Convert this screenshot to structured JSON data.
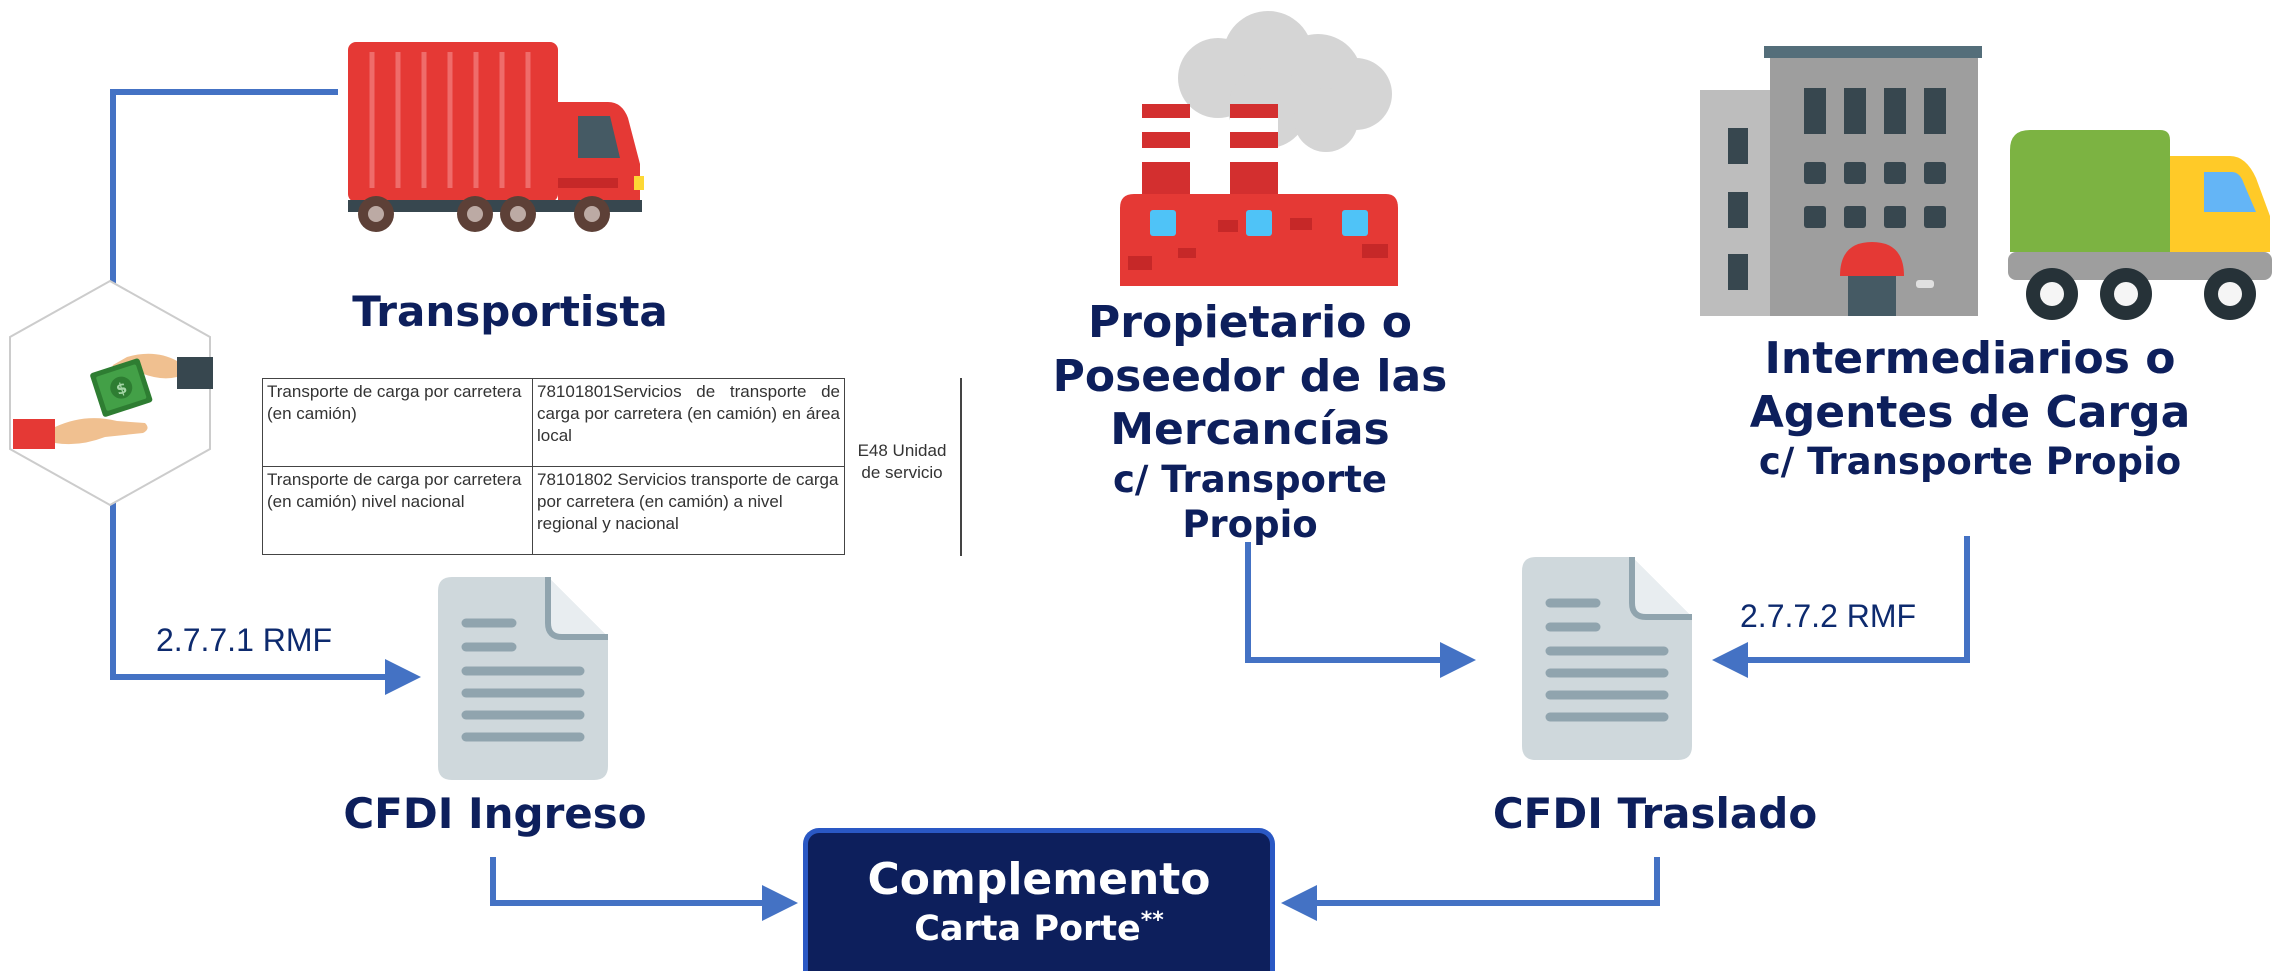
{
  "nodes": {
    "transportista": "Transportista",
    "propietario": {
      "line1": "Propietario o",
      "line2": "Poseedor de las",
      "line3": "Mercancías",
      "line4": "c/ Transporte Propio"
    },
    "intermediarios": {
      "line1": "Intermediarios o",
      "line2": "Agentes de Carga",
      "line3": "c/ Transporte Propio"
    },
    "cfdi_ingreso": "CFDI Ingreso",
    "cfdi_traslado": "CFDI Traslado",
    "complemento": {
      "line1": "Complemento",
      "line2": "Carta Porte",
      "suffix": "**"
    }
  },
  "rules": {
    "rmf_ingreso": "2.7.7.1 RMF",
    "rmf_traslado": "2.7.7.2 RMF"
  },
  "service_table": {
    "rows": [
      {
        "description": "Transporte de carga por carretera (en camión)",
        "code": "78101801Servicios de transporte de carga por carretera (en camión) en área local"
      },
      {
        "description": "Transporte de carga por carretera (en camión) nivel nacional",
        "code": "78101802 Servicios transporte de carga por carretera (en camión) a nivel regional y nacional"
      }
    ],
    "unit": "E48 Unidad de servicio"
  },
  "colors": {
    "title_navy": "#0d1f5c",
    "arrow_blue": "#4472c4",
    "complemento_fill": "#0d1f5c",
    "complemento_border": "#2a58c4",
    "truck_red": "#e53935",
    "document_gray": "#cfd8dc"
  },
  "icons": [
    "red-truck-icon",
    "money-exchange-icon",
    "factory-icon",
    "office-building-icon",
    "green-truck-icon",
    "document-icon"
  ]
}
